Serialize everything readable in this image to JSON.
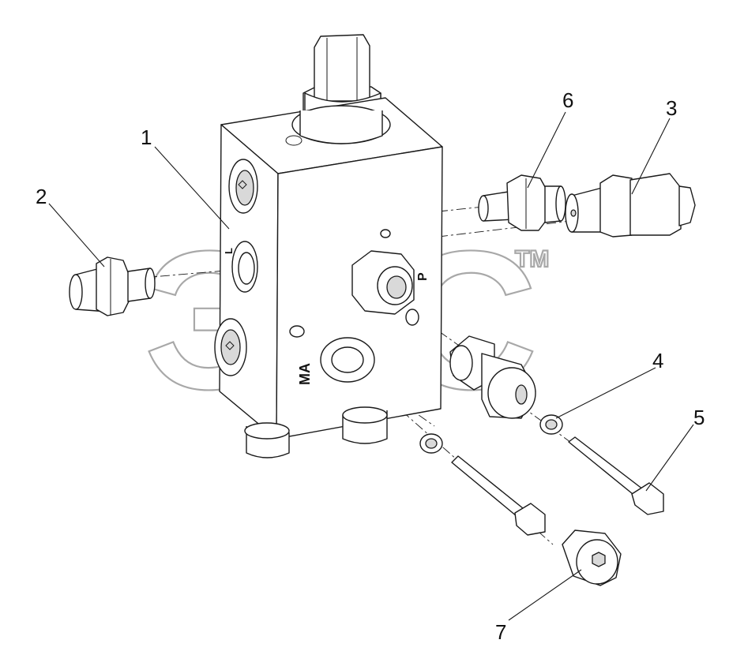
{
  "watermark": {
    "text": "ЭТС",
    "mark": "ТМ"
  },
  "port_labels": {
    "ma": "MA",
    "p": "P",
    "l": "L"
  },
  "callouts": [
    {
      "id": "1",
      "label": "1"
    },
    {
      "id": "2",
      "label": "2"
    },
    {
      "id": "3",
      "label": "3"
    },
    {
      "id": "4",
      "label": "4"
    },
    {
      "id": "5",
      "label": "5"
    },
    {
      "id": "6",
      "label": "6"
    },
    {
      "id": "7",
      "label": "7"
    }
  ]
}
